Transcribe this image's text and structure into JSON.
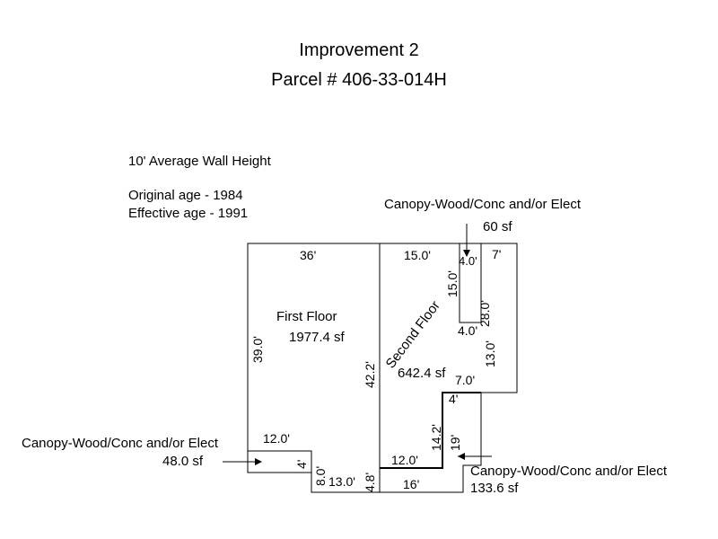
{
  "header": {
    "title": "Improvement 2",
    "parcel": "Parcel # 406-33-014H"
  },
  "notes": {
    "wall_height": "10' Average Wall Height",
    "original_age": "Original age - 1984",
    "effective_age": "Effective age - 1991"
  },
  "sketch": {
    "first_floor": {
      "name": "First Floor",
      "area": "1977.4 sf"
    },
    "second_floor": {
      "name": "Second Floor",
      "area": "642.4 sf"
    },
    "canopies": [
      {
        "label": "Canopy-Wood/Conc and/or Elect",
        "area": "60 sf"
      },
      {
        "label": "Canopy-Wood/Conc and/or Elect",
        "area": "48.0 sf"
      },
      {
        "label": "Canopy-Wood/Conc and/or Elect",
        "area": "133.6 sf"
      }
    ],
    "dimensions": {
      "top_left": "36'",
      "top_mid": "15.0'",
      "top_right": "7'",
      "left": "39.0'",
      "divider": "42.2'",
      "canopy_top_len": "4.0'",
      "canopy_side": "15.0'",
      "canopy_bottom": "4.0'",
      "right_upper": "28.0'",
      "right_lower": "13.0'",
      "notch_top": "7.0'",
      "notch_small": "4'",
      "step_vertical": "14.2'",
      "step_horizontal": "12.0'",
      "canopy3_side": "19'",
      "bottom_right": "16'",
      "bottom_mid": "13.0'",
      "small_vertical": "4.8'",
      "left_step_vertical": "8.0'",
      "left_canopy_top": "12.0'",
      "left_canopy_side": "4'"
    }
  }
}
